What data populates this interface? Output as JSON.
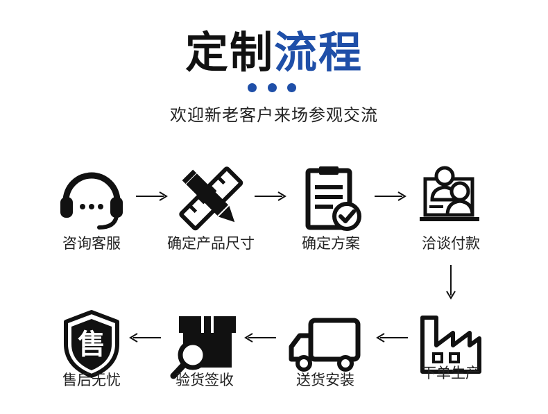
{
  "title": {
    "part1": "定制",
    "part2": "流程",
    "accent_color": "#1f4fa8"
  },
  "subtitle": "欢迎新老客户来场参观交流",
  "steps": [
    {
      "label": "咨询客服",
      "icon": "headset-icon"
    },
    {
      "label": "确定产品尺寸",
      "icon": "pencil-ruler-icon"
    },
    {
      "label": "确定方案",
      "icon": "checklist-icon"
    },
    {
      "label": "洽谈付款",
      "icon": "people-icon"
    },
    {
      "label": "下单生产",
      "icon": "factory-icon"
    },
    {
      "label": "送货安装",
      "icon": "truck-icon"
    },
    {
      "label": "验货签收",
      "icon": "box-magnifier-icon"
    },
    {
      "label": "售后无忧",
      "icon": "shield-shou-icon"
    }
  ],
  "icon_text": {
    "shield_char": "售"
  }
}
